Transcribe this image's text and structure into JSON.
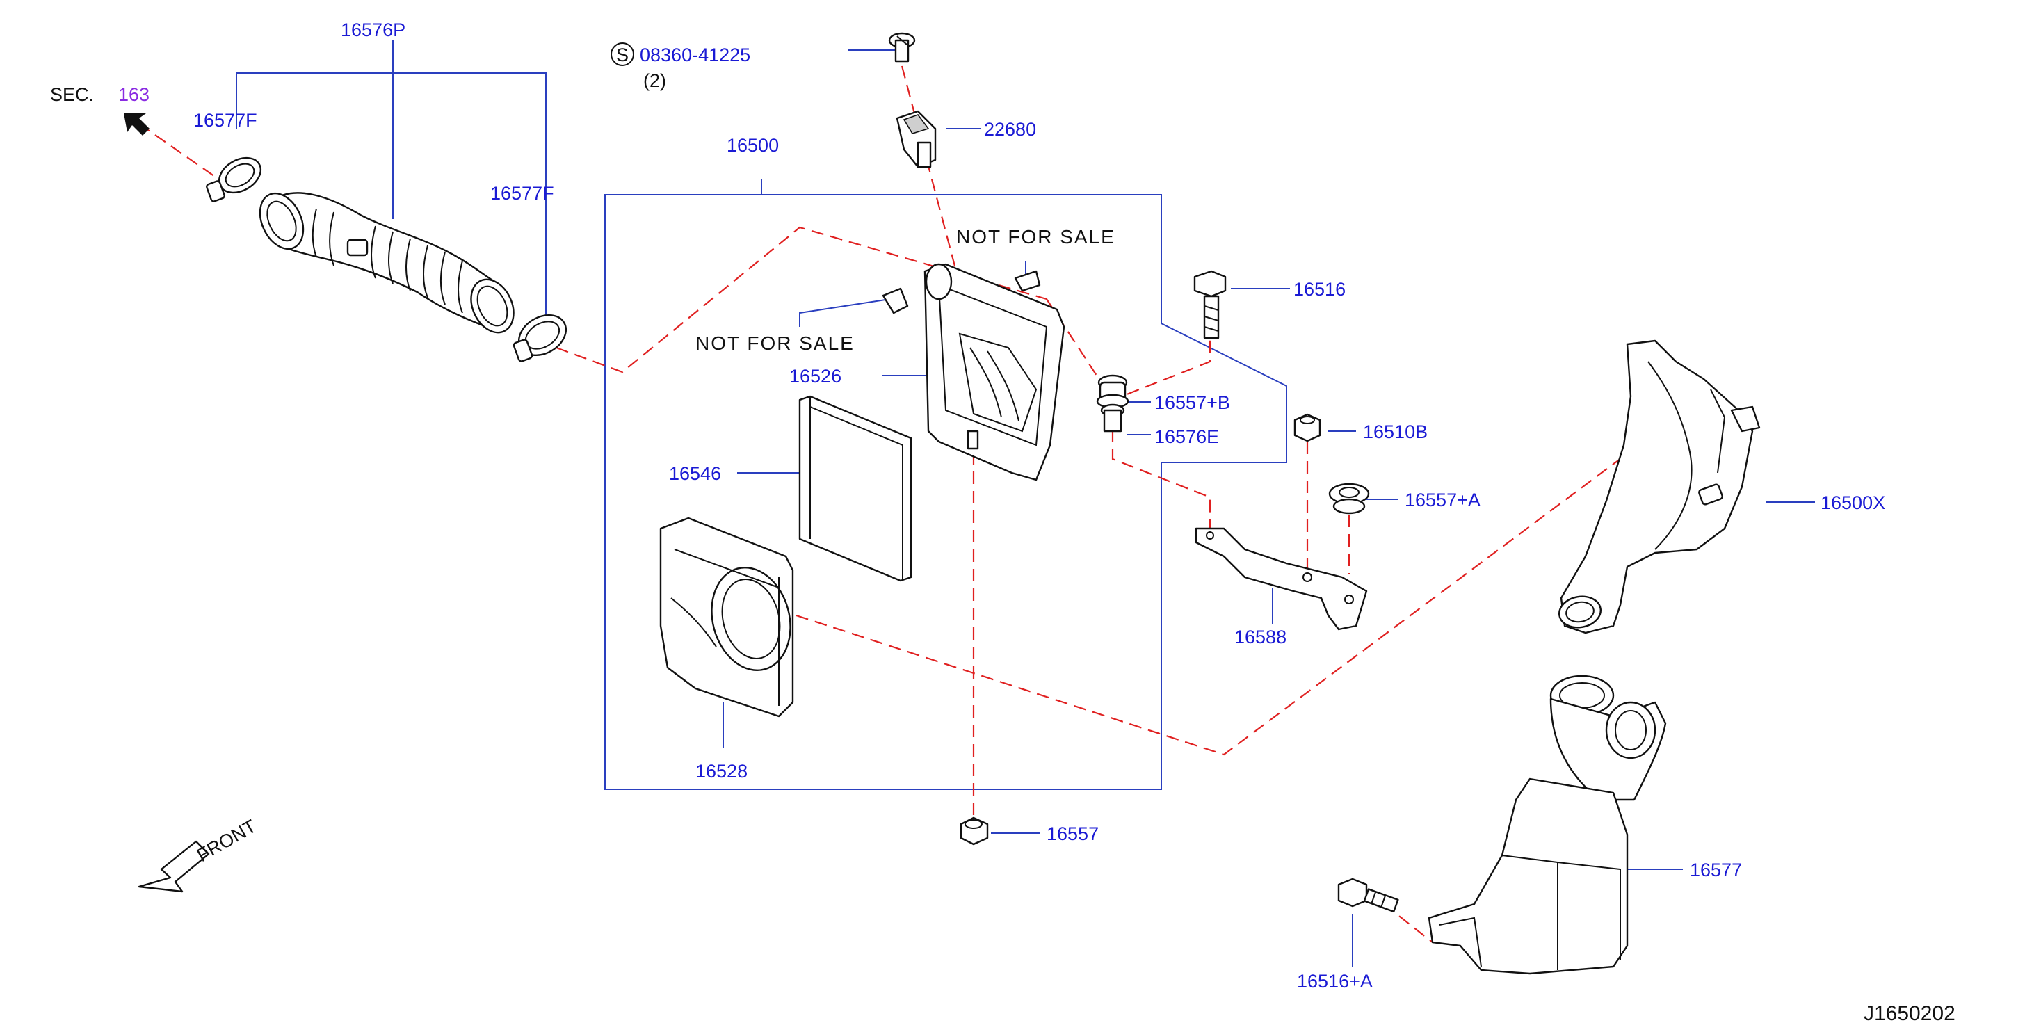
{
  "diagram": {
    "id_code": "J1650202",
    "section_ref": {
      "prefix": "SEC.",
      "number": "163"
    },
    "screw_spec": {
      "symbol": "S",
      "part_no": "08360-41225",
      "qty": "(2)"
    },
    "not_for_sale": [
      "NOT FOR SALE",
      "NOT FOR SALE"
    ],
    "front_label": "FRONT",
    "labels": {
      "p16576P": "16576P",
      "p16577F_a": "16577F",
      "p16577F_b": "16577F",
      "p22680": "22680",
      "p16500": "16500",
      "p16516": "16516",
      "p16526": "16526",
      "p16557B": "16557+B",
      "p16576E": "16576E",
      "p16510B": "16510B",
      "p16557A": "16557+A",
      "p16500X": "16500X",
      "p16546": "16546",
      "p16588": "16588",
      "p16528": "16528",
      "p16557": "16557",
      "p16577": "16577",
      "p16516A": "16516+A"
    },
    "colors": {
      "label": "#1a1ad4",
      "leader": "#2a3fbf",
      "dash": "#e02020",
      "section_number": "#8a2be2"
    }
  }
}
